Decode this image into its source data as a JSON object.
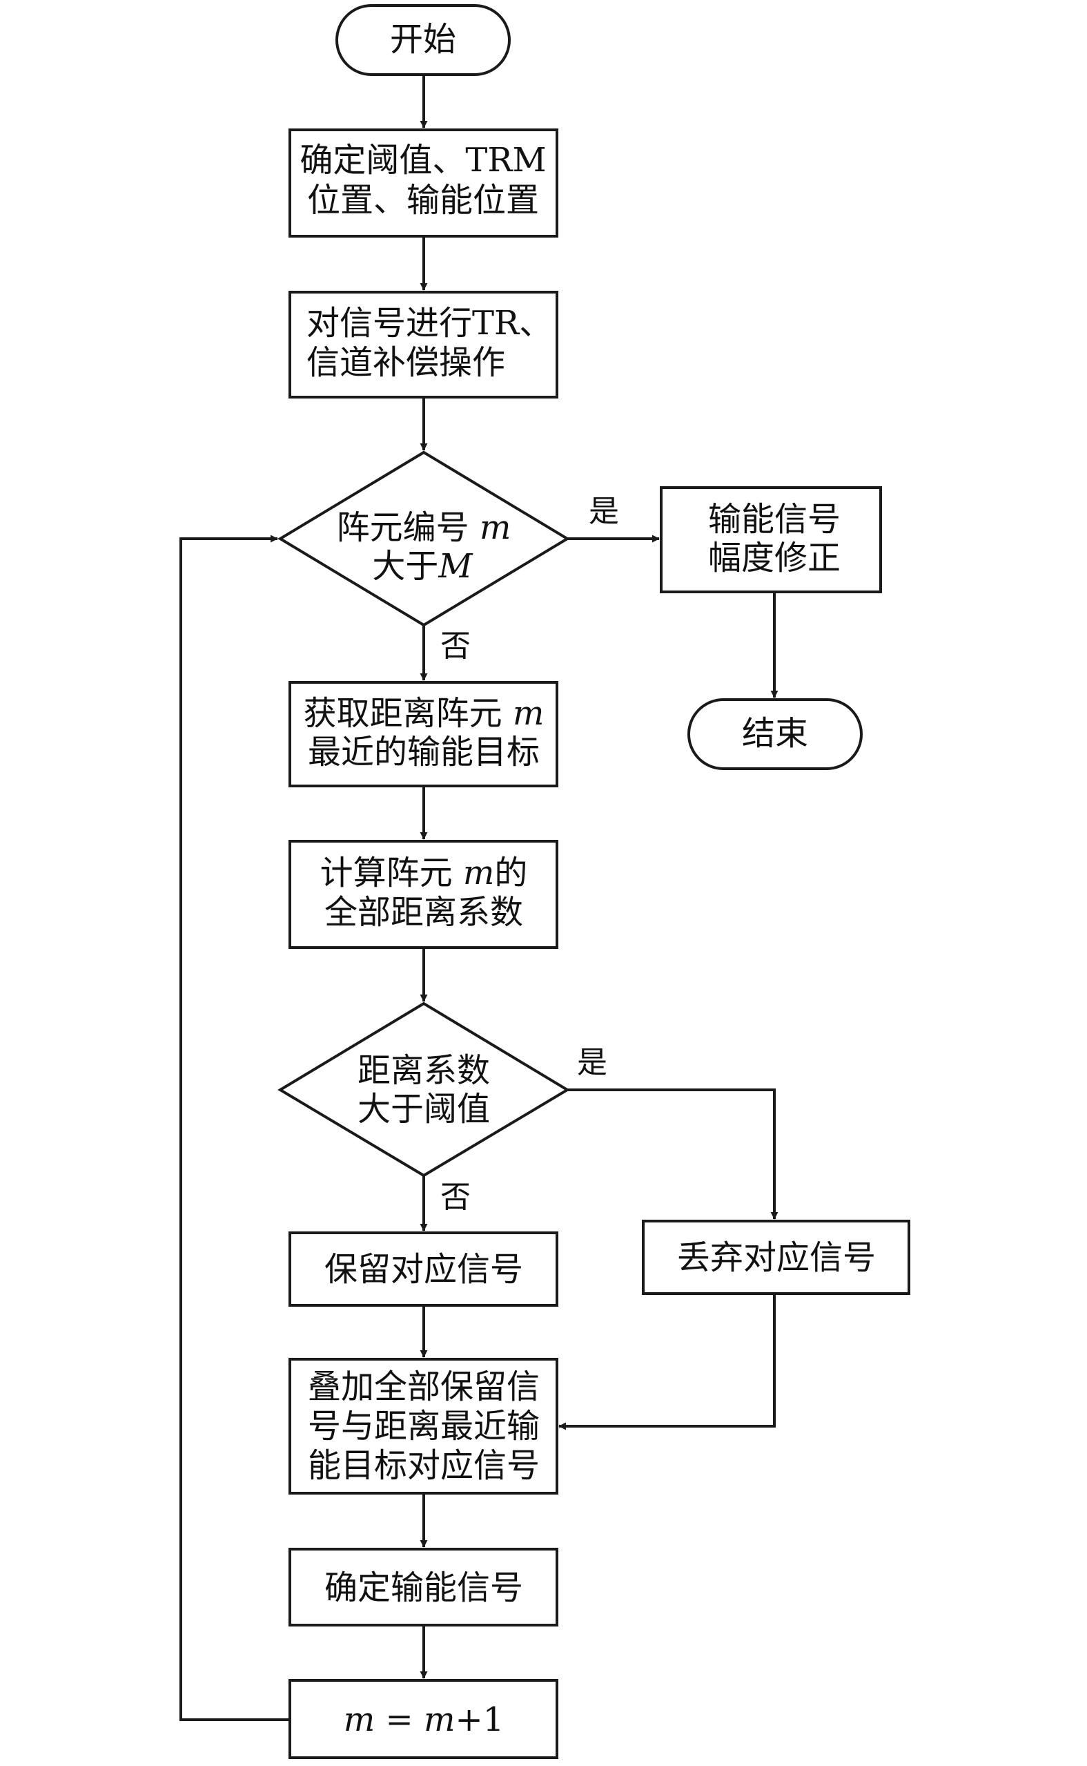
{
  "nodes": {
    "start": "开始",
    "thresholds": [
      "确定阈值、TRM",
      "位置、输能位置"
    ],
    "tr_ops": [
      "对信号进行TR、",
      "信道补偿操作"
    ],
    "cond_m": {
      "line1_prefix": "阵元编号 ",
      "line1_var": "m",
      "line2_prefix": "大于",
      "line2_var": "M"
    },
    "amp_fix": [
      "输能信号",
      "幅度修正"
    ],
    "end": "结束",
    "nearest": {
      "line1_prefix": "获取距离阵元 ",
      "line1_var": "m",
      "line2": "最近的输能目标"
    },
    "coef": {
      "line1_prefix": "计算阵元 ",
      "line1_var": "m",
      "line1_suffix": "的",
      "line2": "全部距离系数"
    },
    "cond_coef": [
      "距离系数",
      "大于阈值"
    ],
    "keep": "保留对应信号",
    "discard": "丢弃对应信号",
    "sum": [
      "叠加全部保留信",
      "号与距离最近输",
      "能目标对应信号"
    ],
    "determine": "确定输能信号",
    "increment": {
      "lhs": "m",
      "eq": " = ",
      "rhs_var": "m",
      "rhs_tail": "+1"
    }
  },
  "branches": {
    "yes": "是",
    "no": "否"
  }
}
